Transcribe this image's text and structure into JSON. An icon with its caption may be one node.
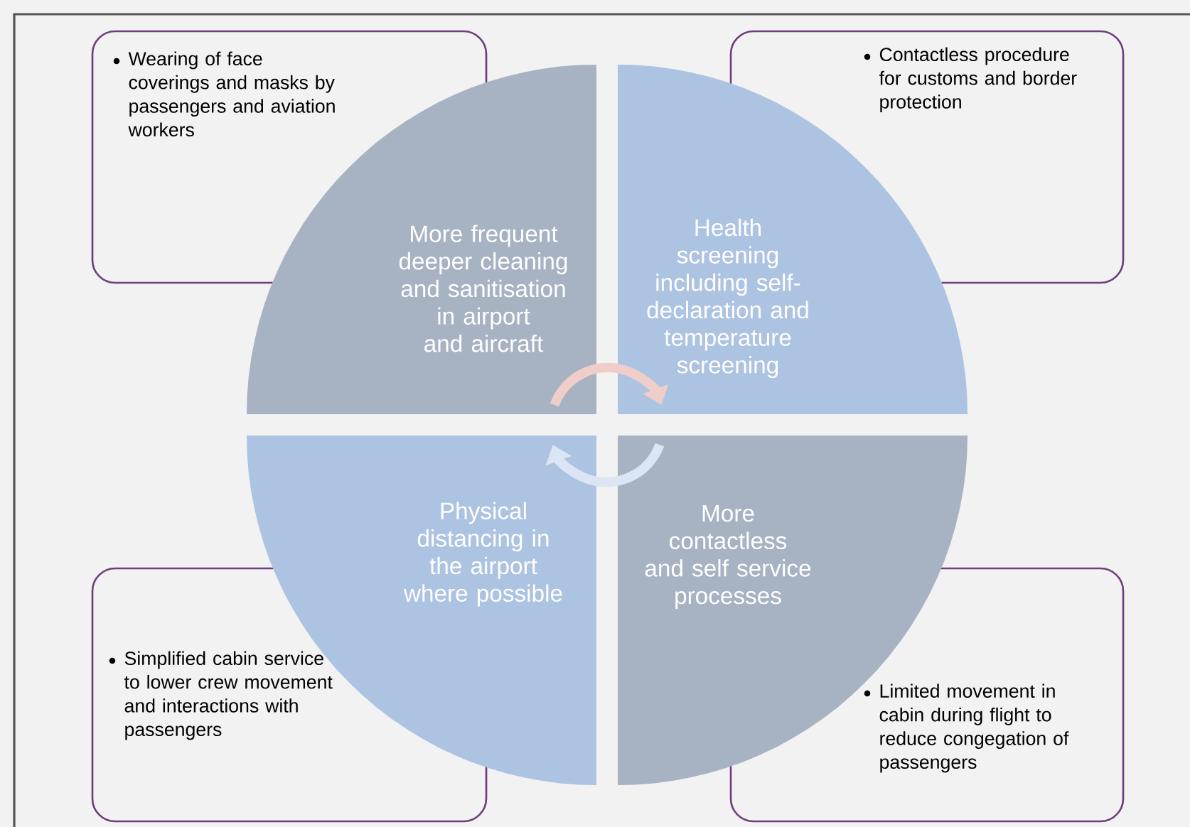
{
  "diagram": {
    "nodes": [
      {
        "text": [
          "Wearing of face coverings and masks by passengers and aviation workers"
        ]
      },
      {
        "text": [
          "Contactless procedure for customs and border protection"
        ]
      },
      {
        "text": [
          "More frequent deeper cleaning and sanitisation in airport and aircraft"
        ]
      },
      {
        "text": [
          "Health screening including self-declaration and temperature screening"
        ]
      },
      {
        "text": [
          "Physical distancing in the airport where possible"
        ]
      },
      {
        "text": [
          "More contactless and self service processes"
        ]
      },
      {
        "text": [
          "Simplified cabin service to lower crew movement and interactions with passengers"
        ]
      },
      {
        "text": [
          "Limited movement in cabin during flight to reduce congegation of passengers"
        ]
      }
    ],
    "edges": [
      {
        "from": 2,
        "to": 3,
        "arrow": "to",
        "color": "#efcdc8"
      },
      {
        "from": 5,
        "to": 4,
        "arrow": "to",
        "color": "#dce5f3"
      }
    ]
  }
}
